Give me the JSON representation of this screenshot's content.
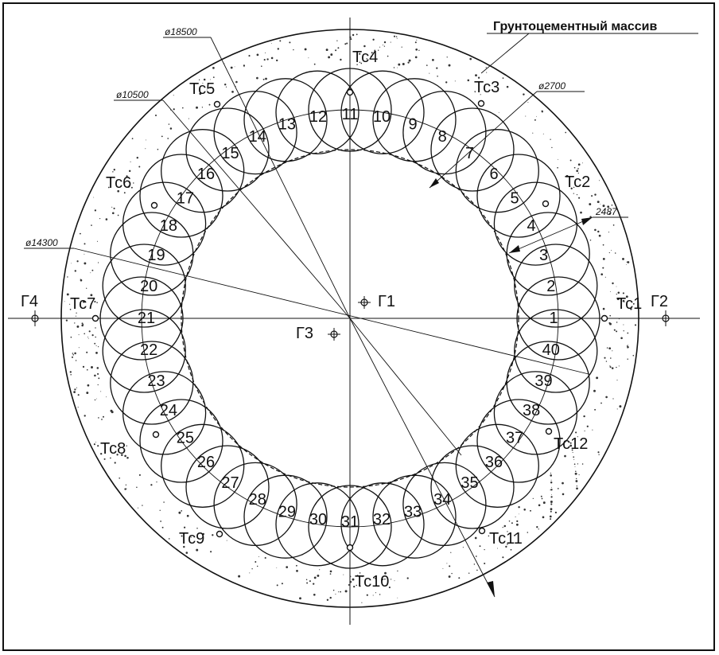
{
  "title": "Грунтоцементный массив",
  "dimensions": {
    "d18500": "ø18500",
    "d10500": "ø10500",
    "d14300": "ø14300",
    "d2700": "ø2700",
    "d2487": "2487"
  },
  "columns": [
    "1",
    "2",
    "3",
    "4",
    "5",
    "6",
    "7",
    "8",
    "9",
    "10",
    "11",
    "12",
    "13",
    "14",
    "15",
    "16",
    "17",
    "18",
    "19",
    "20",
    "21",
    "22",
    "23",
    "24",
    "25",
    "26",
    "27",
    "28",
    "29",
    "30",
    "31",
    "32",
    "33",
    "34",
    "35",
    "36",
    "37",
    "38",
    "39",
    "40"
  ],
  "points": {
    "G1": "Г1",
    "G2": "Г2",
    "G3": "Г3",
    "G4": "Г4",
    "Tc1": "Тс1",
    "Tc2": "Тс2",
    "Tc3": "Тс3",
    "Tc4": "Тс4",
    "Tc5": "Тс5",
    "Tc6": "Тс6",
    "Tc7": "Тс7",
    "Tc8": "Тс8",
    "Tc9": "Тс9",
    "Tc10": "Тс10",
    "Tc11": "Тс11",
    "Tc12": "Тс12"
  }
}
